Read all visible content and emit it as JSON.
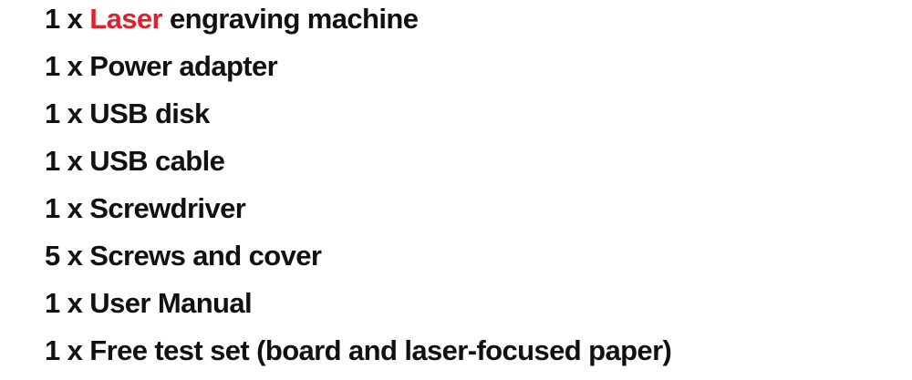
{
  "accent_color": "#e0202f",
  "items": [
    {
      "qty": "1 x",
      "accent": "Laser",
      "name": "engraving machine"
    },
    {
      "qty": "1 x",
      "name": "Power adapter"
    },
    {
      "qty": "1 x",
      "name": "USB disk"
    },
    {
      "qty": "1 x",
      "name": "USB cable"
    },
    {
      "qty": "1 x",
      "name": "Screwdriver"
    },
    {
      "qty": "5 x",
      "name": "Screws and cover"
    },
    {
      "qty": "1 x",
      "name": "User Manual"
    },
    {
      "qty": "1 x",
      "name": "Free test set (board and laser-focused paper)"
    }
  ]
}
